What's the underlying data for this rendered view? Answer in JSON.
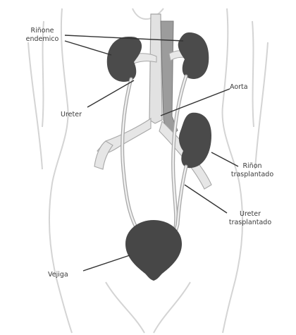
{
  "diagram": {
    "labels": {
      "kidney_native_l1": "Riñone",
      "kidney_native_l2": "endemico",
      "ureter_native": "Ureter",
      "aorta": "Aorta",
      "kidney_transplant_l1": "Riñon",
      "kidney_transplant_l2": "trasplantado",
      "ureter_transplant_l1": "Ureter",
      "ureter_transplant_l2": "trasplantado",
      "bladder": "Vejiga"
    },
    "colors": {
      "body_outline": "#d6d6d6",
      "organ_fill": "#4a4a4a",
      "vessel_fill": "#e6e6e6",
      "vessel_stroke": "#a9a9a9",
      "leader_line": "#333333"
    }
  }
}
